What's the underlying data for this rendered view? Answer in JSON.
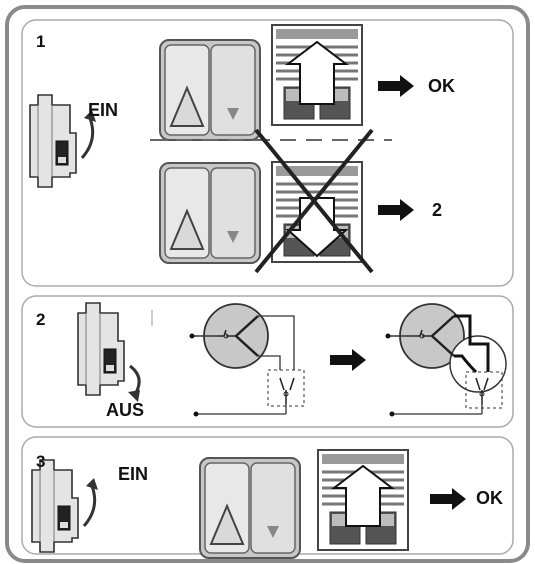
{
  "steps": [
    {
      "number": "1",
      "breaker_label": "EIN",
      "result_ok": "OK",
      "result_goto": "2"
    },
    {
      "number": "2",
      "breaker_label": "AUS"
    },
    {
      "number": "3",
      "breaker_label": "EIN",
      "result_ok": "OK"
    }
  ],
  "colors": {
    "frame": "#8a8a8a",
    "panel_border": "#aaaaaa",
    "motor_fill": "#c8c8c8",
    "arrow_fill": "#111111"
  }
}
